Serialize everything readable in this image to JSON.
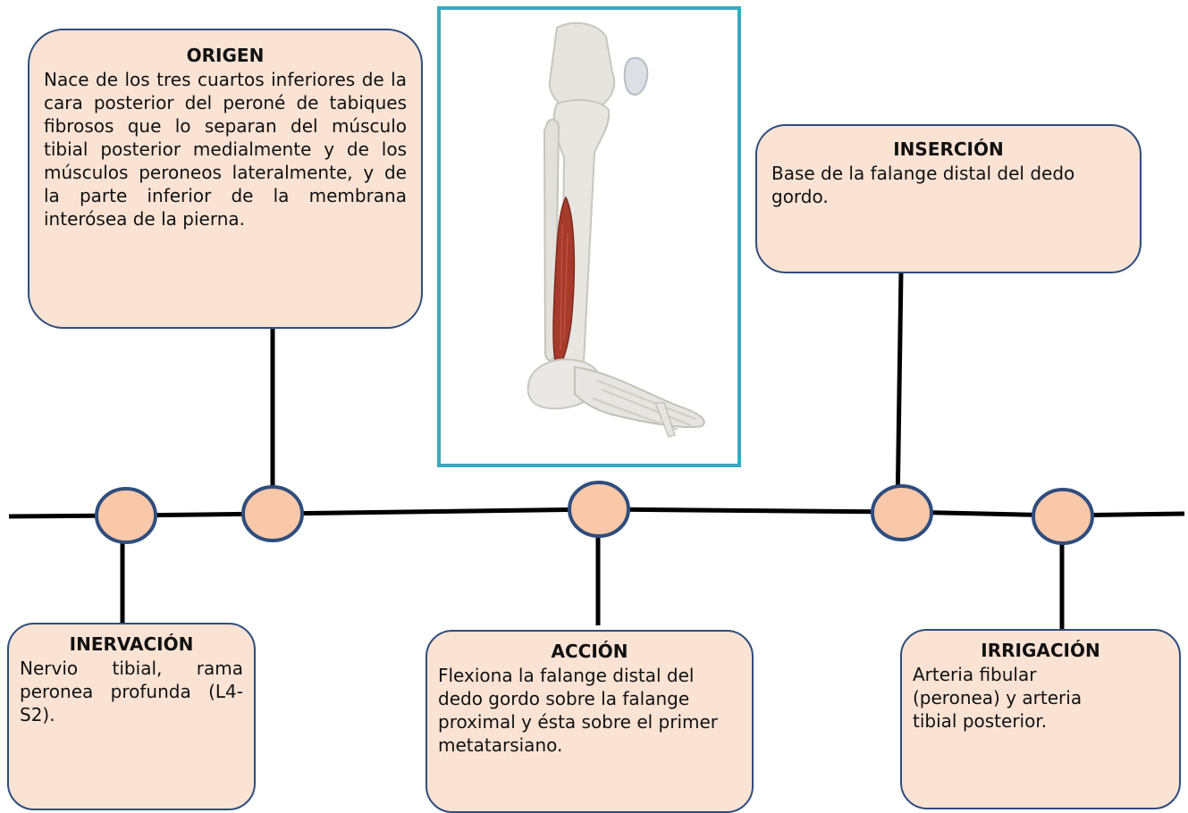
{
  "colors": {
    "box_fill": "#fbe3d4",
    "box_border": "#2f4d7d",
    "node_fill": "#f9c8a8",
    "node_border": "#2f4d7d",
    "line": "#000000",
    "image_frame": "#3aa8c1",
    "muscle": "#a63b2c",
    "bone": "#e6e4df"
  },
  "origen": {
    "title": "ORIGEN",
    "text": "Nace de los tres cuartos inferiores de la cara posterior del peroné de tabiques fibrosos que lo separan del músculo tibial posterior medialmente y de los músculos peroneos lateralmente, y de la parte inferior de la membrana interósea de la pierna."
  },
  "insercion": {
    "title": "INSERCIÓN",
    "text": "Base de la falange distal del dedo gordo."
  },
  "inervacion": {
    "title": "INERVACIÓN",
    "text": "Nervio tibial, rama peronea profunda (L4-S2)."
  },
  "accion": {
    "title": "ACCIÓN",
    "text": "Flexiona la falange distal del dedo gordo sobre la falange proximal y ésta sobre el primer metatarsiano."
  },
  "irrigacion": {
    "title": "IRRIGACIÓN",
    "text": "Arteria fibular\n(peronea) y arteria\ntibial posterior."
  },
  "illustration": "leg-bones-muscle-illustration"
}
